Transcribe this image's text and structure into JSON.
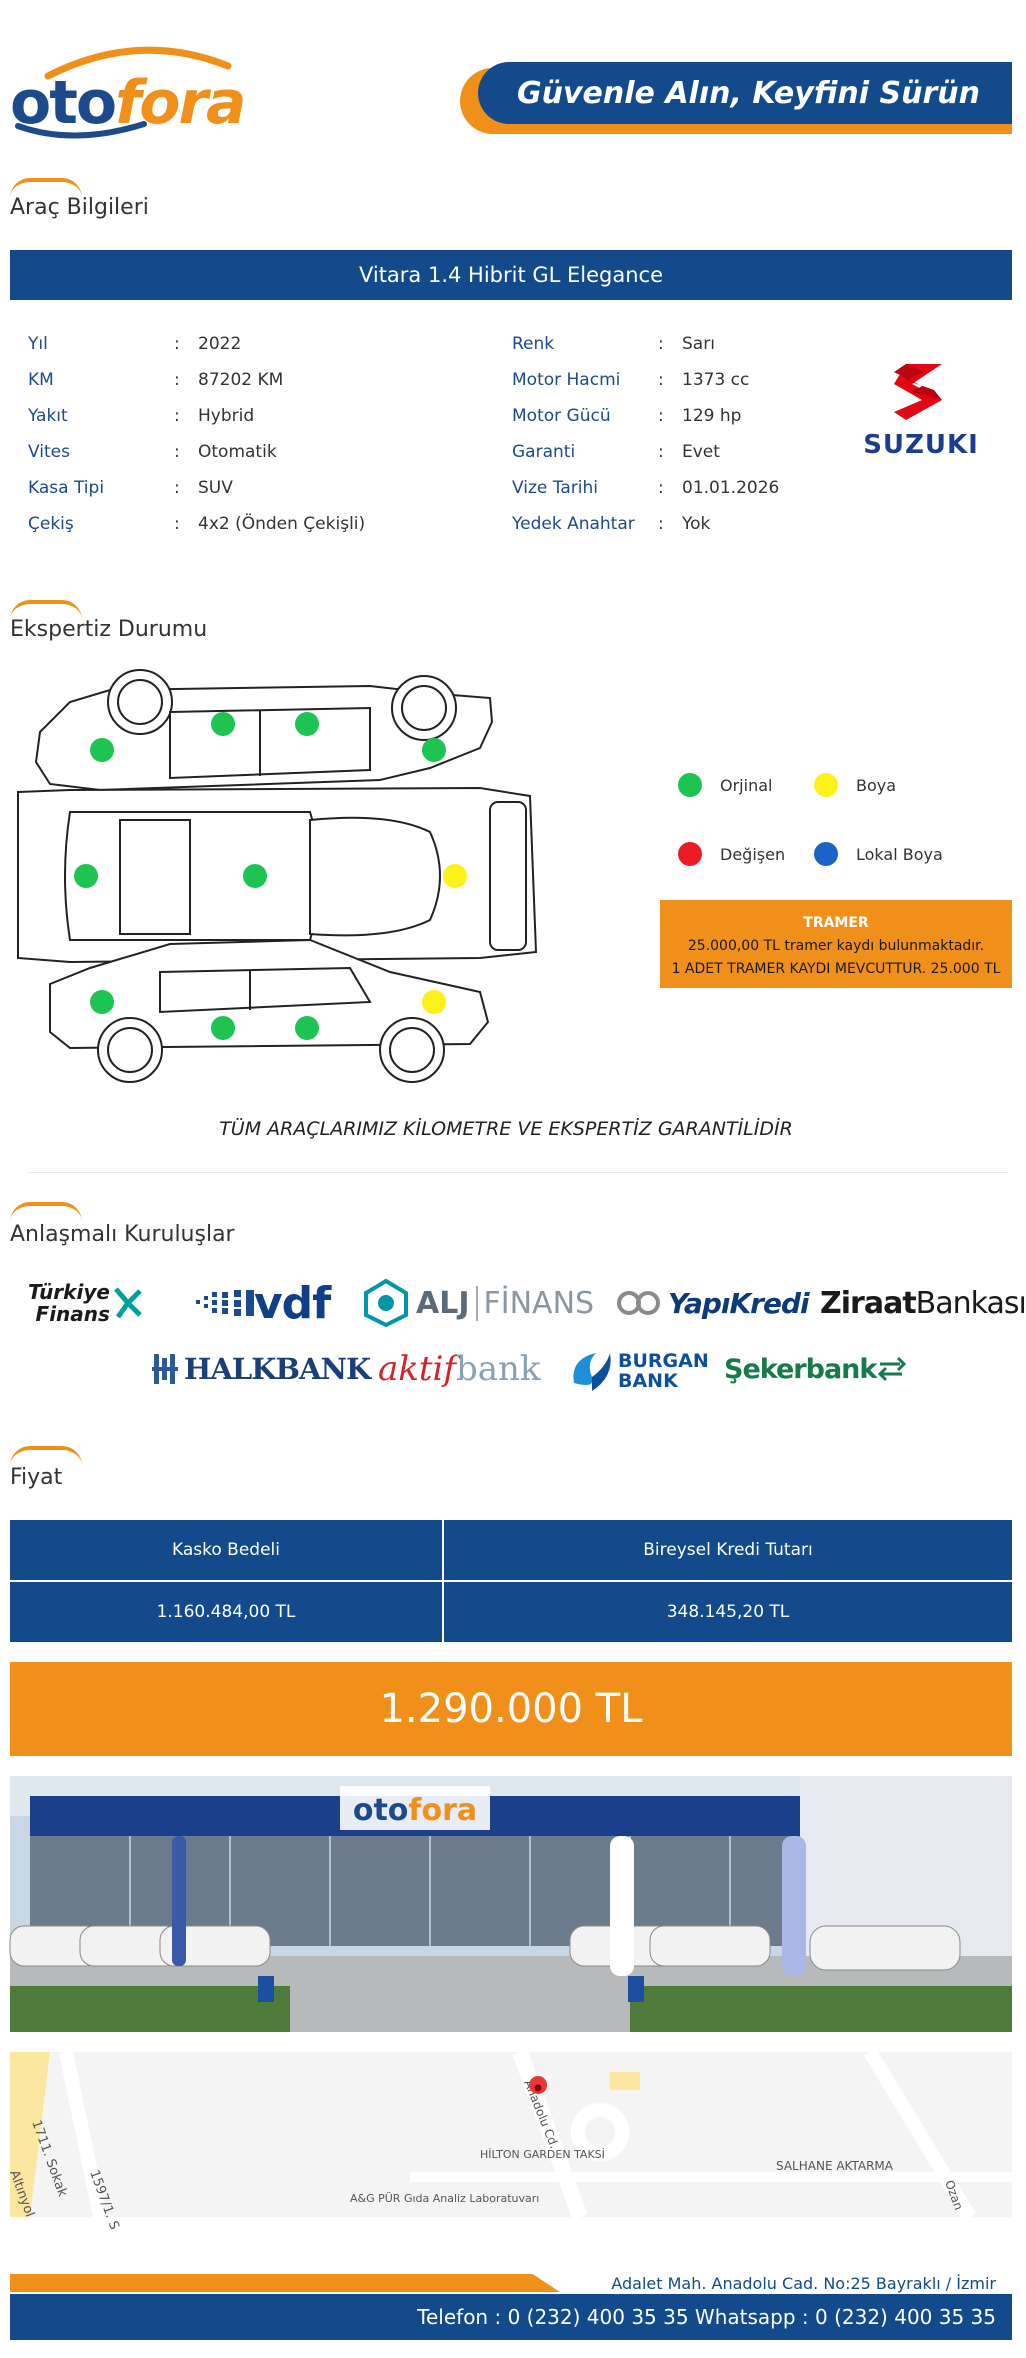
{
  "header": {
    "logo_part1": "oto",
    "logo_part2": "fora",
    "slogan": "Güvenle Alın, Keyfini Sürün"
  },
  "vehicle_info": {
    "section_title": "Araç Bilgileri",
    "model": "Vitara 1.4 Hibrit GL Elegance",
    "brand_logo_text": "SUZUKI",
    "left_specs": [
      {
        "label": "Yıl",
        "value": "2022"
      },
      {
        "label": "KM",
        "value": "87202 KM"
      },
      {
        "label": "Yakıt",
        "value": "Hybrid"
      },
      {
        "label": "Vites",
        "value": "Otomatik"
      },
      {
        "label": "Kasa Tipi",
        "value": "SUV"
      },
      {
        "label": "Çekiş",
        "value": "4x2 (Önden Çekişli)"
      }
    ],
    "right_specs": [
      {
        "label": "Renk",
        "value": "Sarı"
      },
      {
        "label": "Motor Hacmi",
        "value": "1373 cc"
      },
      {
        "label": "Motor Gücü",
        "value": "129 hp"
      },
      {
        "label": "Garanti",
        "value": "Evet"
      },
      {
        "label": "Vize Tarihi",
        "value": "01.01.2026"
      },
      {
        "label": "Yedek Anahtar",
        "value": "Yok"
      }
    ],
    "colon": ":"
  },
  "expertise": {
    "section_title": "Ekspertiz Durumu",
    "legend": [
      {
        "label": "Orjinal",
        "color": "#1ec452"
      },
      {
        "label": "Boya",
        "color": "#fdf11a"
      },
      {
        "label": "Değişen",
        "color": "#ec1c24"
      },
      {
        "label": "Lokal Boya",
        "color": "#1a64c8"
      }
    ],
    "tramer": {
      "title": "TRAMER",
      "line1": "25.000,00 TL tramer kaydı bulunmaktadır.",
      "line2": "1 ADET TRAMER KAYDI MEVCUTTUR. 25.000 TL"
    },
    "guarantee": "TÜM ARAÇLARIMIZ KİLOMETRE VE EKSPERTİZ GARANTİLİDİR"
  },
  "partners": {
    "section_title": "Anlaşmalı Kuruluşlar",
    "row1": [
      {
        "line1": "Türkiye",
        "line2": "Finans"
      },
      {
        "name": "vdf"
      },
      {
        "name": "ALJ",
        "suffix": "FİNANS"
      },
      {
        "name": "YapıKredi"
      },
      {
        "name": "Ziraat",
        "suffix": "Bankası"
      }
    ],
    "row2": [
      {
        "name": "HALKBANK"
      },
      {
        "name": "aktif",
        "suffix": "bank"
      },
      {
        "line1": "BURGAN",
        "line2": "BANK"
      },
      {
        "name": "Şekerbank"
      }
    ]
  },
  "price": {
    "section_title": "Fiyat",
    "headers": [
      "Kasko Bedeli",
      "Bireysel Kredi Tutarı"
    ],
    "values": [
      "1.160.484,00 TL",
      "348.145,20 TL"
    ],
    "total": "1.290.000 TL"
  },
  "map": {
    "labels": [
      "1711. Sokak",
      "Altınyol",
      "1597/1. S",
      "Anadolu Cd.",
      "HİLTON GARDEN TAKSİ",
      "A&G PÜR Gıda Analiz Laboratuvarı",
      "SALHANE AKTARMA",
      "Ozan"
    ]
  },
  "footer": {
    "address": "Adalet Mah. Anadolu Cad. No:25 Bayraklı / İzmir",
    "contact": "Telefon : 0 (232) 400 35 35 Whatsapp : 0 (232) 400 35 35"
  }
}
